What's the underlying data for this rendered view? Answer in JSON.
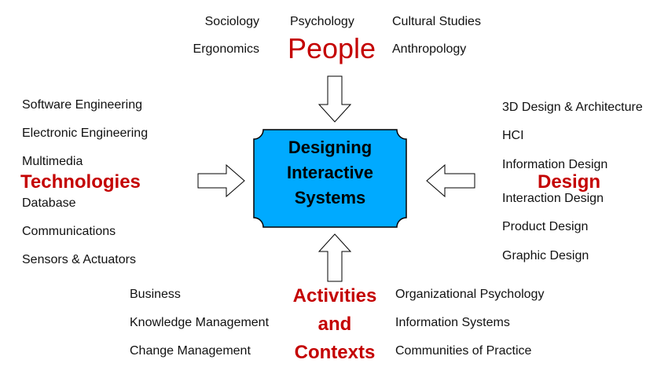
{
  "people": {
    "title": "People",
    "left": [
      "Sociology",
      "Ergonomics"
    ],
    "top_center": "Psychology",
    "right": [
      "Cultural Studies",
      "Anthropology"
    ]
  },
  "technologies": {
    "title": "Technologies",
    "items_above": [
      "Software Engineering",
      "Electronic Engineering",
      "Multimedia"
    ],
    "items_below": [
      "Database",
      "Communications",
      "Sensors & Actuators"
    ]
  },
  "design": {
    "title": "Design",
    "items_above": [
      "3D Design & Architecture",
      "HCI",
      "Information Design"
    ],
    "items_below": [
      "Interaction Design",
      "Product Design",
      "Graphic Design"
    ]
  },
  "activities": {
    "title_lines": [
      "Activities",
      "and",
      "Contexts"
    ],
    "left": [
      "Business",
      "Knowledge Management",
      "Change Management"
    ],
    "right": [
      "Organizational Psychology",
      "Information Systems",
      "Communities of Practice"
    ]
  },
  "center": {
    "lines": [
      "Designing",
      "Interactive",
      "Systems"
    ],
    "fill_color": "#00aaff"
  },
  "colors": {
    "accent": "#c40000",
    "text": "#111111"
  }
}
